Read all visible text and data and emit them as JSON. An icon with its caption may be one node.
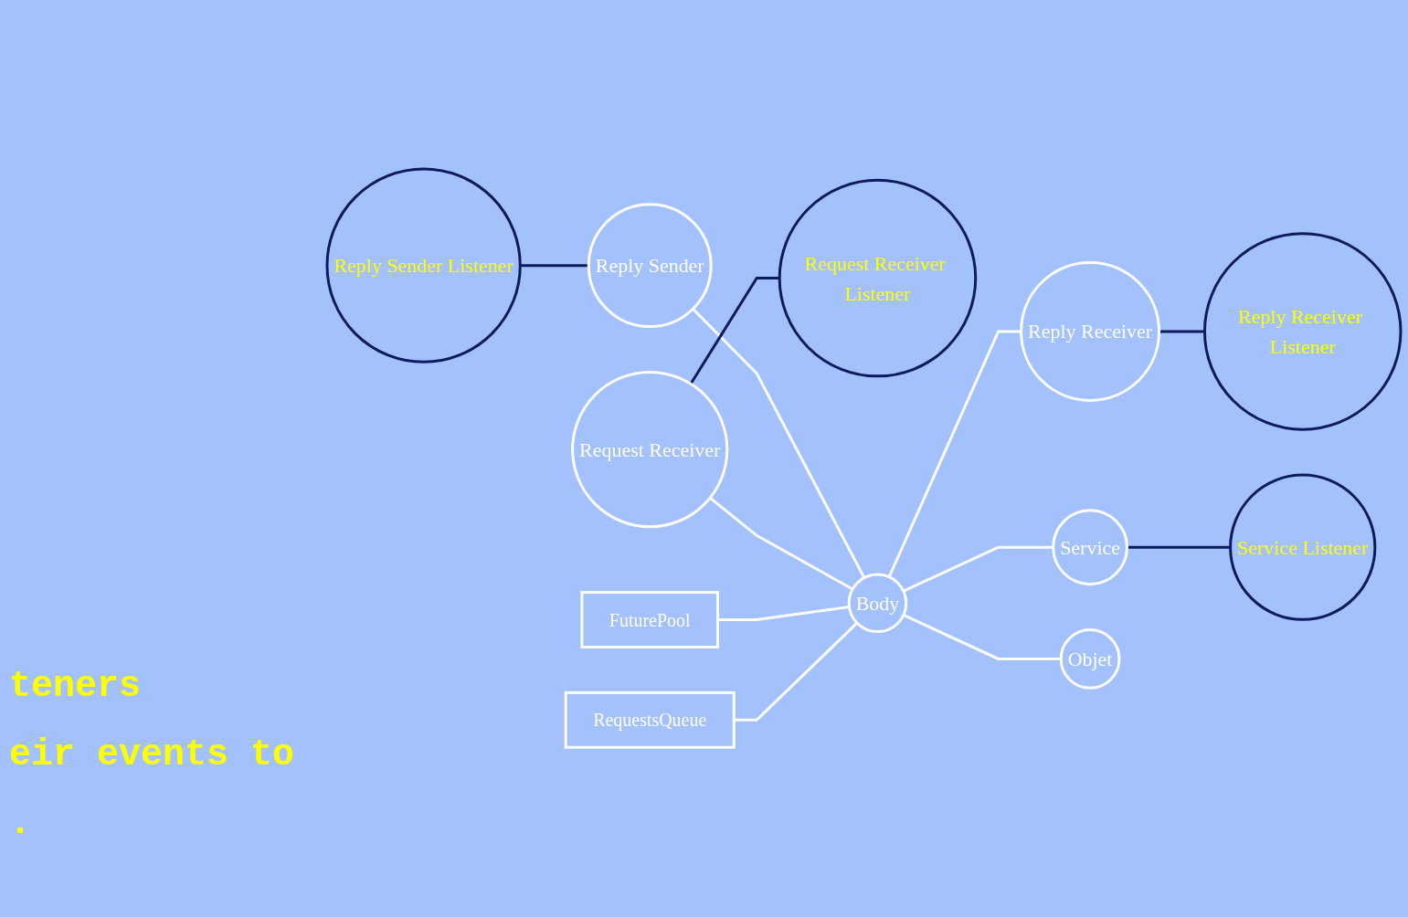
{
  "diagram": {
    "nodes": [
      {
        "text": [
          "Reply Sender Listener"
        ]
      },
      {
        "text": [
          "Reply Sender"
        ]
      },
      {
        "text": [
          "Request Receiver"
        ]
      },
      {
        "text": [
          "Request Receiver Listener"
        ]
      },
      {
        "text": [
          "Body"
        ]
      },
      {
        "text": [
          "FuturePool"
        ]
      },
      {
        "text": [
          "Reply Receiver"
        ]
      },
      {
        "text": [
          "Reply Receiver Listener"
        ]
      },
      {
        "text": [
          "RequestsQueue"
        ]
      },
      {
        "text": [
          "Service"
        ]
      },
      {
        "text": [
          "Objet"
        ]
      },
      {
        "text": [
          "Service Listener"
        ]
      }
    ],
    "edges": [
      {
        "from": 0,
        "to": 1,
        "arrow": "none",
        "color": "#0d1b5e"
      },
      {
        "from": 1,
        "to": 4,
        "arrow": "none"
      },
      {
        "from": 2,
        "to": 4,
        "arrow": "none"
      },
      {
        "from": 2,
        "to": 3,
        "arrow": "none",
        "color": "#0d1b5e"
      },
      {
        "from": 5,
        "to": 4,
        "arrow": "none"
      },
      {
        "from": 4,
        "to": 6,
        "arrow": "none"
      },
      {
        "from": 6,
        "to": 7,
        "arrow": "none",
        "color": "#0d1b5e"
      },
      {
        "from": 8,
        "to": 4,
        "arrow": "none"
      },
      {
        "from": 4,
        "to": 9,
        "arrow": "none"
      },
      {
        "from": 4,
        "to": 10,
        "arrow": "none"
      },
      {
        "from": 9,
        "to": 11,
        "arrow": "none",
        "color": "#0d1b5e"
      }
    ],
    "labels": [
      "teners",
      "eir events to",
      "."
    ]
  }
}
